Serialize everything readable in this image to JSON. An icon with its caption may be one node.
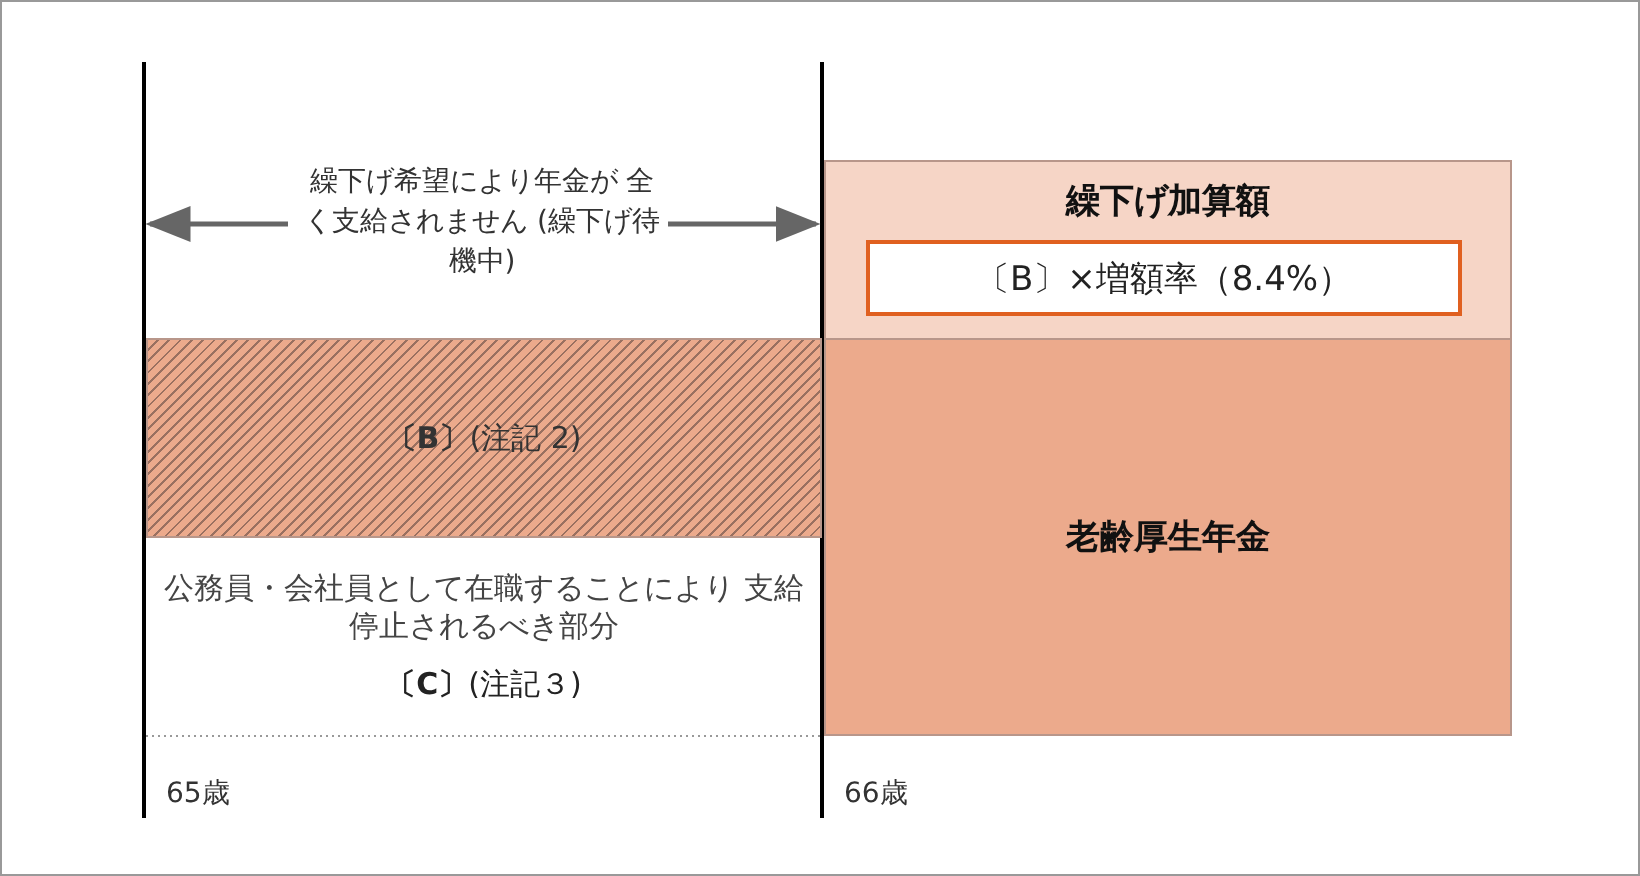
{
  "diagram": {
    "nodes": [
      {
        "text": [
          "繰下げ加算額"
        ]
      },
      {
        "text": [
          "〔B〕×増額率（8.4%）"
        ],
        "in": 0
      },
      {
        "text": [
          "老齢厚生年金"
        ]
      },
      {
        "text": [
          "**〔B〕**(注記 2)"
        ]
      },
      {
        "text": [
          "公務員・会社員として在職することにより 支給停止されるべき部分",
          "**〔C〕**(注記３)"
        ]
      }
    ],
    "labels": [
      "繰下げ希望により年金が 全く支給されません (繰下げ待機中)",
      "65歳",
      "66歳"
    ]
  }
}
